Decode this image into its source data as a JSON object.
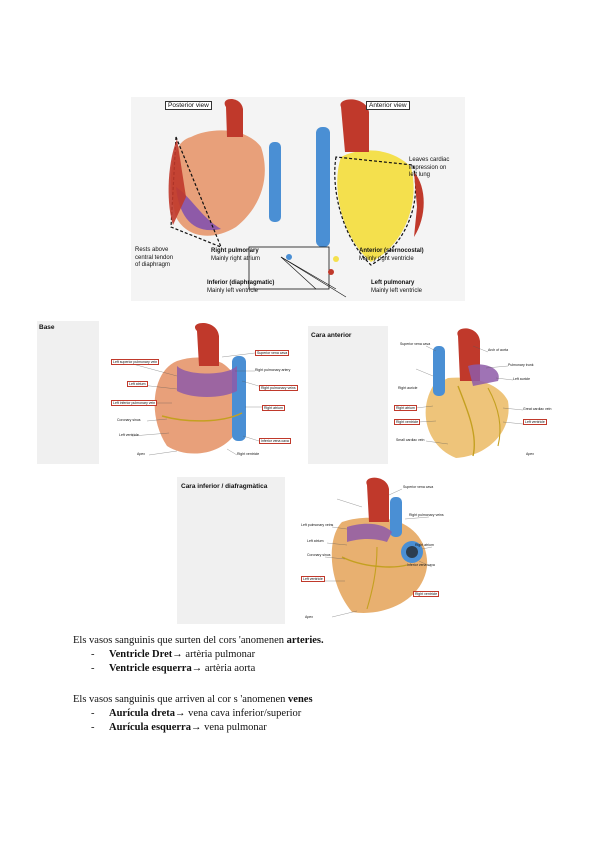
{
  "figure1": {
    "posterior_title": "Posterior view",
    "anterior_title": "Anterior view",
    "rests_above": [
      "Rests above",
      "central tendon",
      "of diaphragm"
    ],
    "leaves_impression": [
      "Leaves cardiac",
      "impression on",
      "left lung"
    ],
    "right_pulmonary": "Right pulmonary",
    "right_pulmonary_sub": "Mainly right atrium",
    "anterior_surface": "Anterior (sternocostal)",
    "anterior_surface_sub": "Mainly right ventricle",
    "inferior_surface": "Inferior (diaphragmatic)",
    "inferior_surface_sub": "Mainly left ventricle",
    "left_pulmonary": "Left pulmonary",
    "left_pulmonary_sub": "Mainly left ventricle"
  },
  "figure2": {
    "title": "Base",
    "labels_left": [
      "Left superior pulmonary vein",
      "Left atrium",
      "Left inferior pulmonary vein",
      "Coronary sinus",
      "Left ventricle",
      "Apex"
    ],
    "labels_right": [
      "Superior vena cava",
      "Right pulmonary artery",
      "Right pulmonary veins",
      "Right atrium",
      "Inferior vena cava",
      "Right ventricle"
    ]
  },
  "figure3": {
    "title": "Cara anterior",
    "labels_left": [
      "Superior vena cava",
      "Right auricle",
      "Right atrium",
      "Right ventricle",
      "Small cardiac vein"
    ],
    "labels_right": [
      "Arch of aorta",
      "Pulmonary trunk",
      "Left auricle",
      "Great cardiac vein",
      "Left ventricle",
      "Apex"
    ]
  },
  "figure4": {
    "title": "Cara inferior / diafragmàtica",
    "labels_left": [
      "Left pulmonary veins",
      "Left atrium",
      "Coronary sinus",
      "Left ventricle",
      "Apex"
    ],
    "labels_right": [
      "Superior vena cava",
      "Right pulmonary veins",
      "Right atrium",
      "Inferior vena cava",
      "Right ventricle"
    ]
  },
  "text": {
    "arteries_intro": "Els vasos sanguinis que surten del cors 'anomenen ",
    "arteries_word": "arteries.",
    "artery_items": [
      {
        "bold": "Ventricle Dret",
        "rest": "→ artèria pulmonar"
      },
      {
        "bold": "Ventricle esquerra",
        "rest": "→ artèria aorta"
      }
    ],
    "veins_intro": "Els vasos sanguinis que arriven al cor s 'anomenen ",
    "veins_word": "venes",
    "vein_items": [
      {
        "bold": "Aurícula dreta",
        "rest": "→ vena cava inferior/superior"
      },
      {
        "bold": "Aurícula esquerra",
        "rest": "→ vena pulmonar"
      }
    ],
    "dash": "-"
  }
}
